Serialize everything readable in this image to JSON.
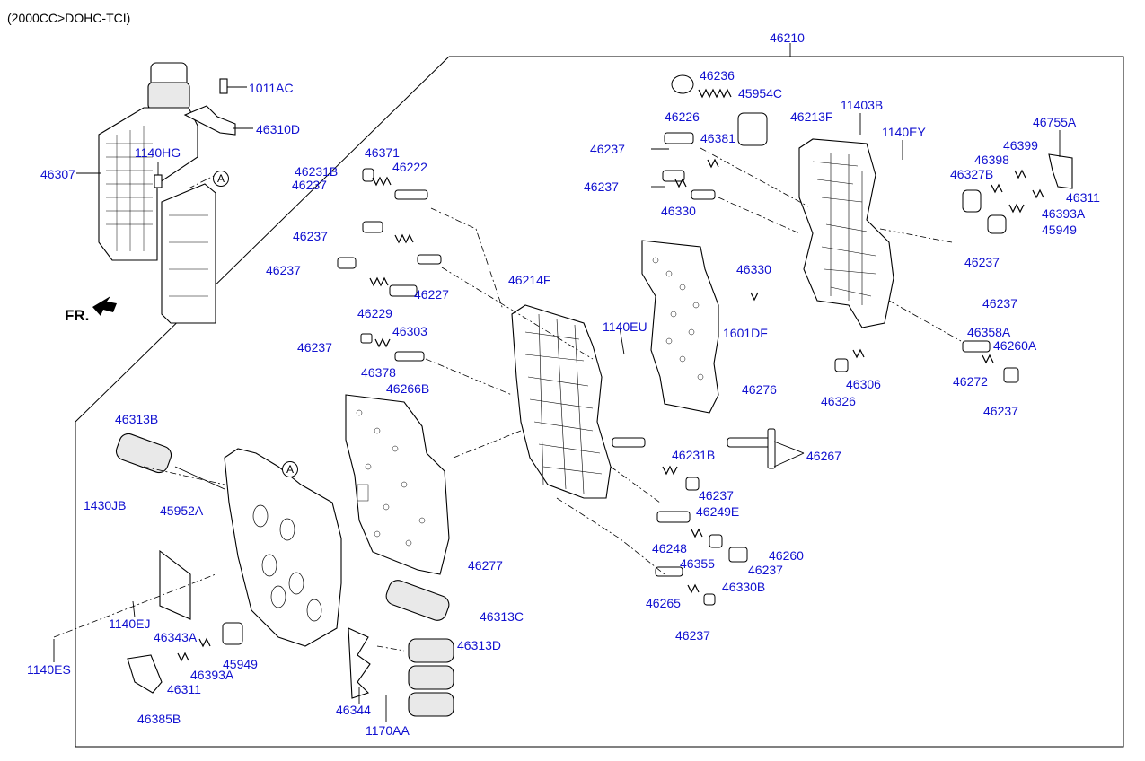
{
  "header": {
    "variant": "(2000CC>DOHC-TCI)"
  },
  "front_marker": "FR.",
  "ref_marker": "A",
  "colors": {
    "label": "#1010d0",
    "line": "#000000"
  },
  "labels": {
    "p46210": "46210",
    "p1011AC": "1011AC",
    "p46310D": "46310D",
    "p46307": "46307",
    "p1140HG": "1140HG",
    "p46236": "46236",
    "p45954C": "45954C",
    "p11403B": "11403B",
    "p46226": "46226",
    "p46213F": "46213F",
    "p1140EY": "1140EY",
    "p46755A": "46755A",
    "p46237_a": "46237",
    "p46381": "46381",
    "p46399": "46399",
    "p46398": "46398",
    "p46327B": "46327B",
    "p46231B_a": "46231B",
    "p46371": "46371",
    "p46222": "46222",
    "p46237_b": "46237",
    "p46237_c": "46237",
    "p46330_a": "46330",
    "p46311_a": "46311",
    "p46393A_a": "46393A",
    "p45949_a": "45949",
    "p46237_d": "46237",
    "p46237_e": "46237",
    "p46330_b": "46330",
    "p46237_f": "46237",
    "p46214F": "46214F",
    "p46227": "46227",
    "p46237_g": "46237",
    "p46229": "46229",
    "p46303": "46303",
    "p1601DF": "1601DF",
    "p1140EU": "1140EU",
    "p46358A": "46358A",
    "p46260A": "46260A",
    "p46237_h": "46237",
    "p46378": "46378",
    "p46266B": "46266B",
    "p46276": "46276",
    "p46306": "46306",
    "p46326": "46326",
    "p46272": "46272",
    "p46237_i": "46237",
    "p46313B": "46313B",
    "p46231B_b": "46231B",
    "p46267": "46267",
    "p1430JB": "1430JB",
    "p45952A": "45952A",
    "p46237_j": "46237",
    "p46249E": "46249E",
    "p46248": "46248",
    "p46260": "46260",
    "p46355": "46355",
    "p46237_k": "46237",
    "p46277": "46277",
    "p46265": "46265",
    "p46330B": "46330B",
    "p1140EJ": "1140EJ",
    "p46313C": "46313C",
    "p46343A": "46343A",
    "p46237_l": "46237",
    "p46313D": "46313D",
    "p1140ES": "1140ES",
    "p45949_b": "45949",
    "p46393A_b": "46393A",
    "p46311_b": "46311",
    "p46385B": "46385B",
    "p46344": "46344",
    "p1170AA": "1170AA"
  }
}
